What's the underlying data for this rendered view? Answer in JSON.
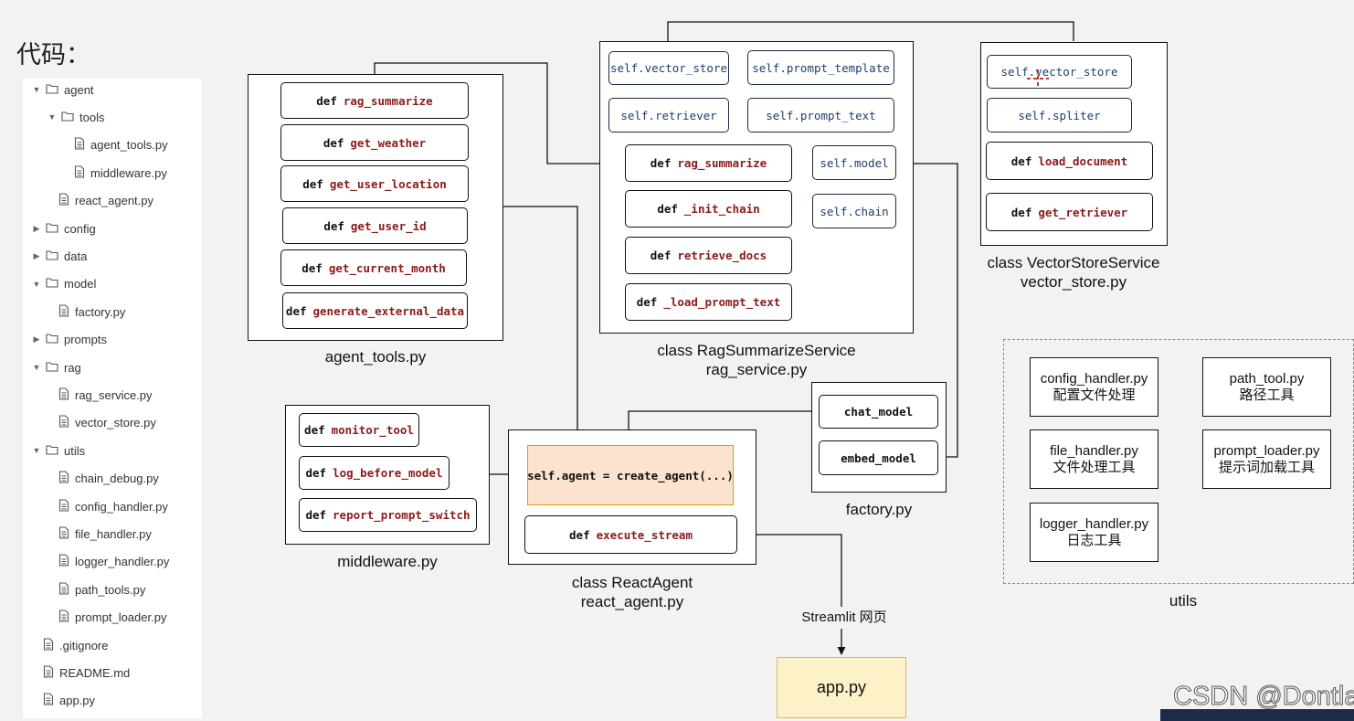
{
  "heading": "代码：",
  "tree": [
    {
      "label": "agent",
      "type": "folder",
      "open": true,
      "depth": 0
    },
    {
      "label": "tools",
      "type": "folder",
      "open": true,
      "depth": 1
    },
    {
      "label": "agent_tools.py",
      "type": "file",
      "depth": 2
    },
    {
      "label": "middleware.py",
      "type": "file",
      "depth": 2
    },
    {
      "label": "react_agent.py",
      "type": "file",
      "depth": 1
    },
    {
      "label": "config",
      "type": "folder",
      "open": false,
      "depth": 0
    },
    {
      "label": "data",
      "type": "folder",
      "open": false,
      "depth": 0
    },
    {
      "label": "model",
      "type": "folder",
      "open": true,
      "depth": 0
    },
    {
      "label": "factory.py",
      "type": "file",
      "depth": 1
    },
    {
      "label": "prompts",
      "type": "folder",
      "open": false,
      "depth": 0
    },
    {
      "label": "rag",
      "type": "folder",
      "open": true,
      "depth": 0
    },
    {
      "label": "rag_service.py",
      "type": "file",
      "depth": 1
    },
    {
      "label": "vector_store.py",
      "type": "file",
      "depth": 1
    },
    {
      "label": "utils",
      "type": "folder",
      "open": true,
      "depth": 0
    },
    {
      "label": "chain_debug.py",
      "type": "file",
      "depth": 1
    },
    {
      "label": "config_handler.py",
      "type": "file",
      "depth": 1
    },
    {
      "label": "file_handler.py",
      "type": "file",
      "depth": 1
    },
    {
      "label": "logger_handler.py",
      "type": "file",
      "depth": 1
    },
    {
      "label": "path_tools.py",
      "type": "file",
      "depth": 1
    },
    {
      "label": "prompt_loader.py",
      "type": "file",
      "depth": 1
    },
    {
      "label": ".gitignore",
      "type": "file",
      "depth": 0
    },
    {
      "label": "README.md",
      "type": "file",
      "depth": 0
    },
    {
      "label": "app.py",
      "type": "file",
      "depth": 0
    }
  ],
  "keyword": "def",
  "agent_tools": {
    "caption": "agent_tools.py",
    "functions": [
      "rag_summarize",
      "get_weather",
      "get_user_location",
      "get_user_id",
      "get_current_month",
      "generate_external_data"
    ]
  },
  "rag_service": {
    "caption_line1": "class RagSummarizeService",
    "caption_line2": "rag_service.py",
    "attrs": {
      "vector_store": "self.vector_store",
      "prompt_template": "self.prompt_template",
      "retriever": "self.retriever",
      "prompt_text": "self.prompt_text",
      "model": "self.model",
      "chain": "self.chain"
    },
    "functions": [
      "rag_summarize",
      "_init_chain",
      "retrieve_docs",
      "_load_prompt_text"
    ]
  },
  "vector_store": {
    "caption_line1": "class VectorStoreService",
    "caption_line2": "vector_store.py",
    "attrs": {
      "vector_store": "self.vector_store",
      "spliter": "self.spliter"
    },
    "functions": [
      "load_document",
      "get_retriever"
    ]
  },
  "middleware": {
    "caption": "middleware.py",
    "functions": [
      "monitor_tool",
      "log_before_model",
      "report_prompt_switch"
    ]
  },
  "react_agent": {
    "caption_line1": "class ReactAgent",
    "caption_line2": "react_agent.py",
    "agent_line": "self.agent = create_agent(...)",
    "function": "execute_stream"
  },
  "factory": {
    "caption": "factory.py",
    "items": [
      "chat_model",
      "embed_model"
    ]
  },
  "utils": {
    "caption": "utils",
    "items": [
      {
        "name": "config_handler.py",
        "desc": "配置文件处理"
      },
      {
        "name": "path_tool.py",
        "desc": "路径工具"
      },
      {
        "name": "file_handler.py",
        "desc": "文件处理工具"
      },
      {
        "name": "prompt_loader.py",
        "desc": "提示词加载工具"
      },
      {
        "name": "logger_handler.py",
        "desc": "日志工具"
      }
    ]
  },
  "streamlit_label": "Streamlit 网页",
  "app_label": "app.py",
  "watermark": "CSDN @Dontla",
  "colors": {
    "function_name": "#8b1a1a",
    "attr_text": "#1f3f6a",
    "highlight_fill": "#fbe3cf",
    "highlight_border": "#e0a000",
    "app_fill": "#fdf1c8"
  }
}
